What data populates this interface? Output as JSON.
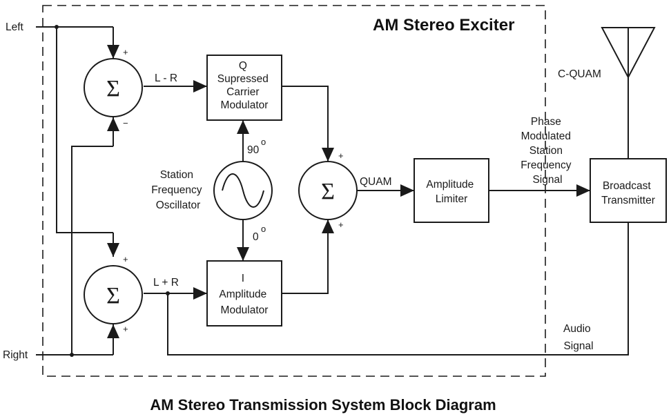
{
  "title": "AM Stereo Exciter",
  "caption": "AM Stereo Transmission System Block Diagram",
  "inputs": {
    "left": "Left",
    "right": "Right"
  },
  "summers": {
    "symbol": "Σ",
    "plus": "+",
    "minus": "−"
  },
  "signals": {
    "l_minus_r": "L - R",
    "l_plus_r": "L + R",
    "quam": "QUAM",
    "cquam": "C-QUAM",
    "phase_mod": [
      "Phase",
      "Modulated",
      "Station",
      "Frequency",
      "Signal"
    ],
    "audio": [
      "Audio",
      "Signal"
    ]
  },
  "phase": {
    "deg90": "90",
    "deg0": "0",
    "deg_symbol": "o"
  },
  "oscillator": [
    "Station",
    "Frequency",
    "Oscillator"
  ],
  "blocks": {
    "q_mod": [
      "Q",
      "Supressed",
      "Carrier",
      "Modulator"
    ],
    "i_mod": [
      "I",
      "Amplitude",
      "Modulator"
    ],
    "limiter": [
      "Amplitude",
      "Limiter"
    ],
    "transmitter": [
      "Broadcast",
      "Transmitter"
    ]
  }
}
